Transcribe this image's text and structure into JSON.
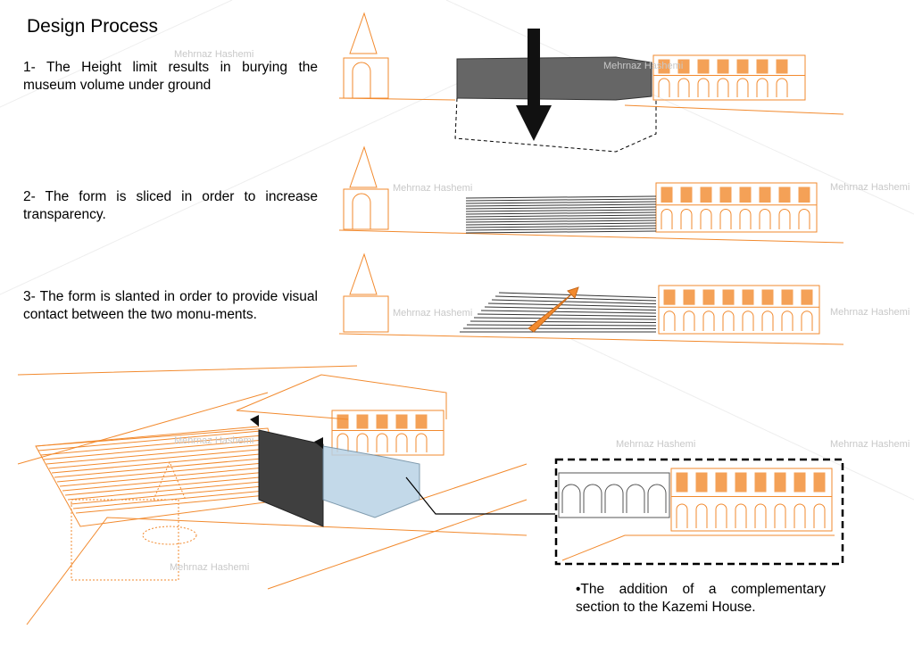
{
  "title": "Design Process",
  "steps": [
    {
      "text": "1- The Height limit results in burying the museum volume under ground"
    },
    {
      "text": "2- The form is sliced in order to increase transparency."
    },
    {
      "text": "3- The form is slanted in order to provide visual contact between the two monu-ments."
    }
  ],
  "caption": "•The addition of a complementary section to the Kazemi House.",
  "watermark": "Mehrnaz Hashemi",
  "colors": {
    "line": "#f28a2e",
    "volume": "#666666",
    "glass": "#b9d3e6",
    "text": "#000000"
  }
}
